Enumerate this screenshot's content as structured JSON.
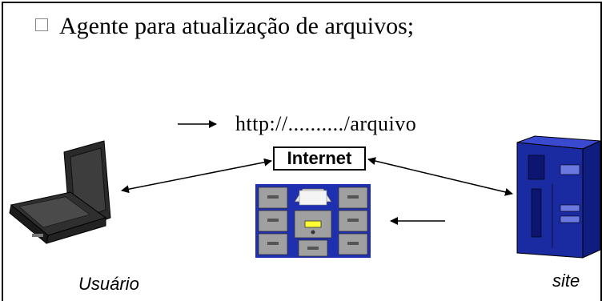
{
  "slide": {
    "bullet_text": "Agente para atualização de arquivos;",
    "url_text": "http://........../arquivo",
    "internet_label": "Internet",
    "usuario_label": "Usuário",
    "site_label": "site"
  },
  "colors": {
    "server_blue": "#1a2aa0",
    "cabinet_gray": "#9a9a9a",
    "cabinet_bg": "#1e2fb0",
    "highlight_yellow": "#ffff33"
  }
}
